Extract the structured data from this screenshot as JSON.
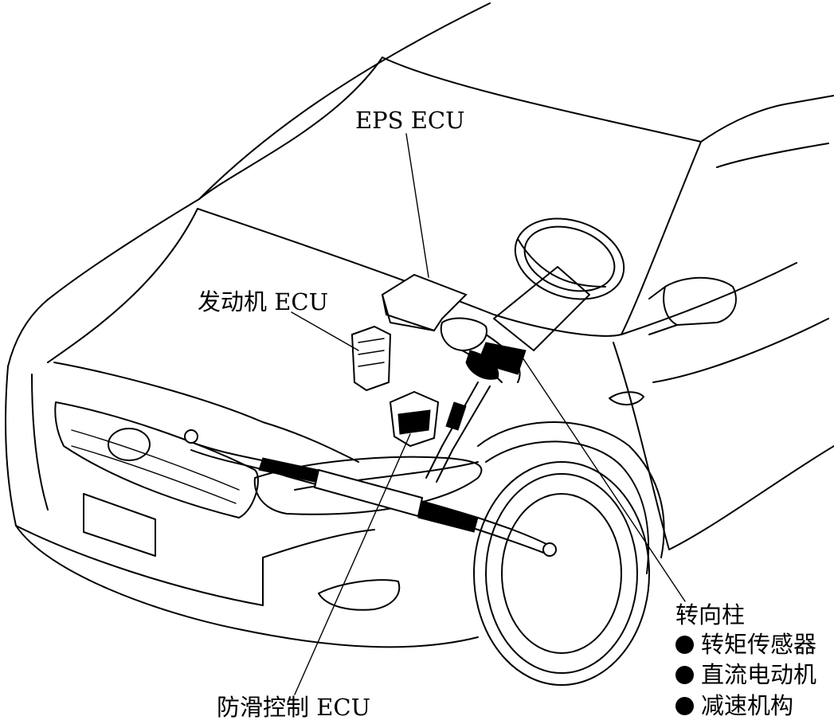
{
  "labels": {
    "eps_ecu": "EPS ECU",
    "engine_ecu": "发动机 ECU",
    "abs_ecu": "防滑控制 ECU",
    "steering_column": "转向柱",
    "column_parts": [
      "转矩传感器",
      "直流电动机",
      "减速机构"
    ]
  },
  "icons": [
    "car-outline-drawing",
    "bullet-dot-icon"
  ],
  "colors": {
    "line": "#000000",
    "background": "#ffffff"
  }
}
